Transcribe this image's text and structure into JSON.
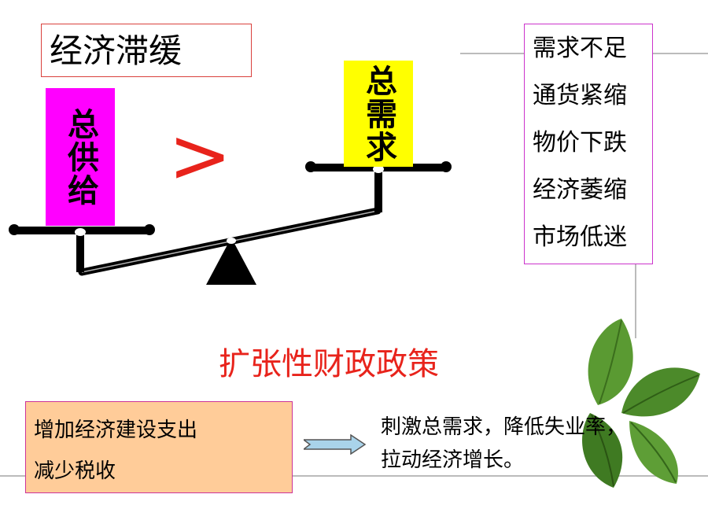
{
  "title": "经济滞缓",
  "scale": {
    "supply_label": "总供给",
    "demand_label": "总需求",
    "comparison": ">"
  },
  "effects": [
    "需求不足",
    "通货紧缩",
    "物价下跌",
    "经济萎缩",
    "市场低迷"
  ],
  "policy_title": "扩张性财政政策",
  "measures": [
    "增加经济建设支出",
    "减少税收"
  ],
  "result_lines": [
    "刺激总需求，降低失业率，",
    "拉动经济增长。"
  ],
  "colors": {
    "supply_fill": "#ff00ff",
    "demand_fill": "#ffff00",
    "accent_red": "#e8231b",
    "measures_fill": "#ffcc99",
    "arrow_fill": "#a9d3ea",
    "leaf_green": "#4c8a2a"
  }
}
